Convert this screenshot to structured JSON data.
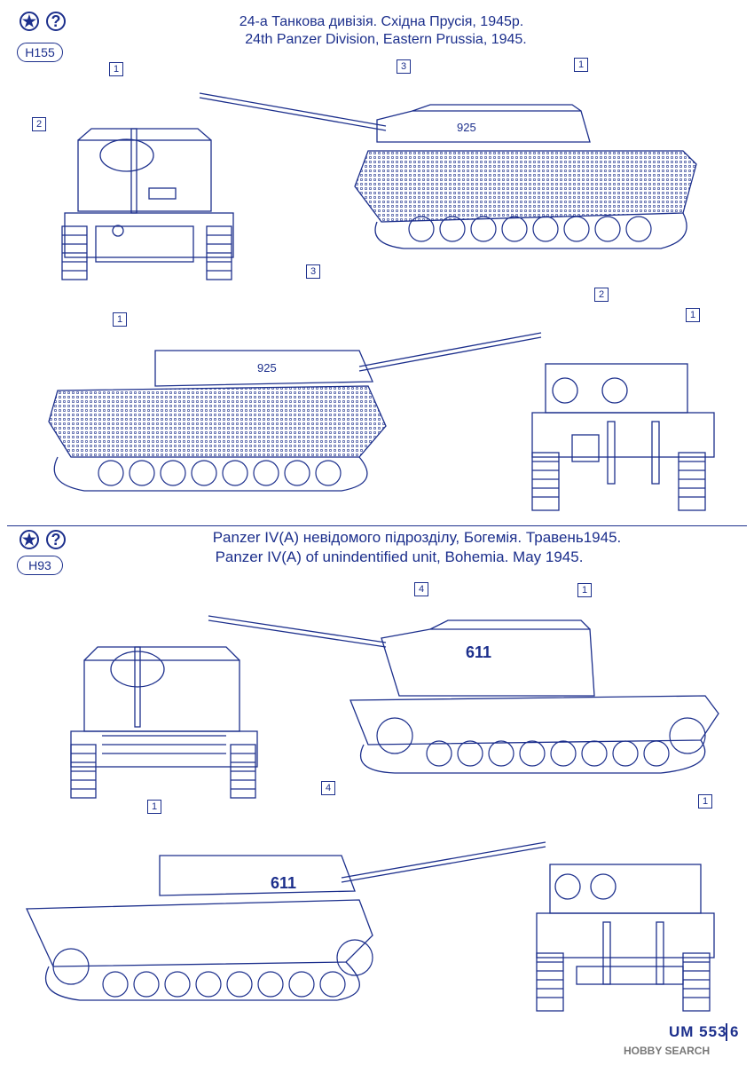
{
  "sections": [
    {
      "code": "H155",
      "title_uk": "24-а Танкова дивізія. Східна Прусія, 1945р.",
      "title_en": "24th Panzer Division, Eastern Prussia,  1945.",
      "hull_number": "925",
      "callouts": [
        "1",
        "2",
        "3"
      ]
    },
    {
      "code": "H93",
      "title_uk": "Panzer IV(A) невідомого підрозділу, Богемія. Травень1945.",
      "title_en": "Panzer IV(A) of unindentified unit, Bohemia. May 1945.",
      "hull_number": "611",
      "callouts": [
        "1",
        "4"
      ]
    }
  ],
  "icons": {
    "star": "★",
    "question": "?"
  },
  "footer": {
    "kit_number": "UM 553",
    "page_number": "6",
    "watermark": "HOBBY SEARCH"
  },
  "colors": {
    "ink": "#1c2f8c",
    "paper": "#ffffff"
  }
}
